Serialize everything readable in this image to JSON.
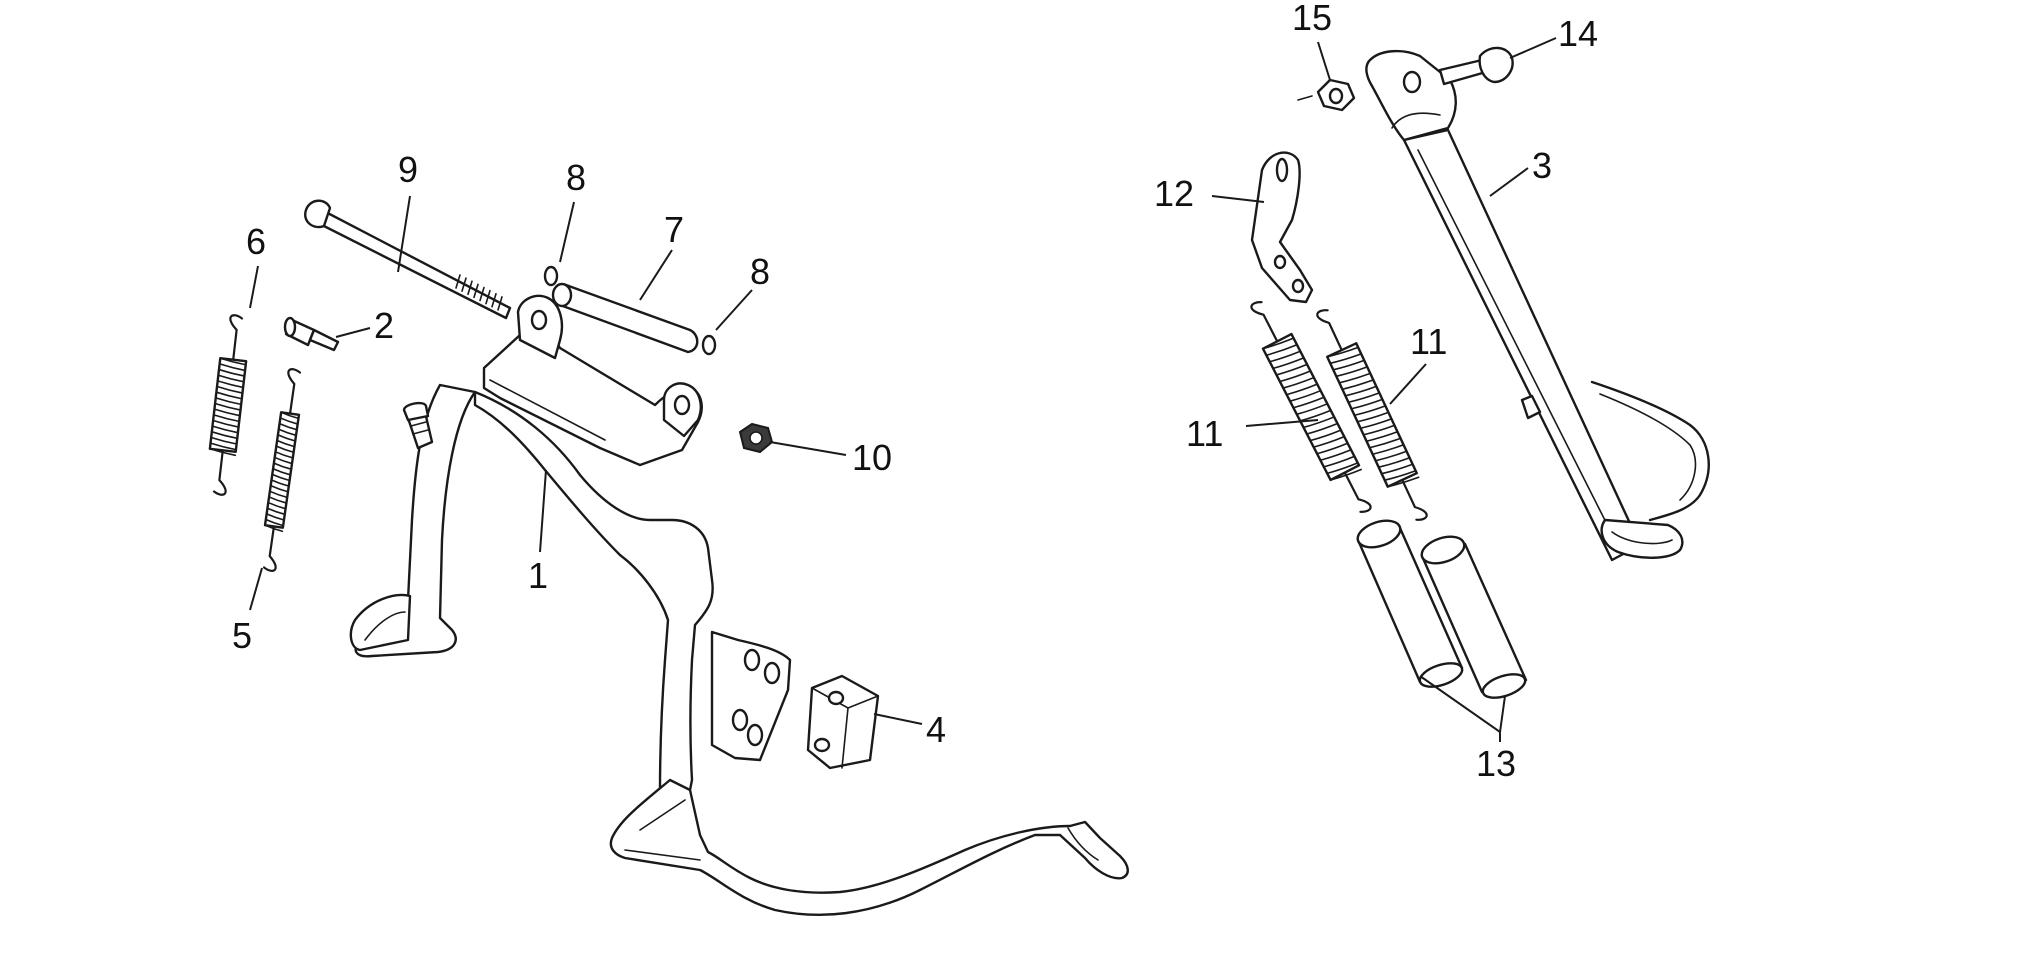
{
  "diagram": {
    "callouts": [
      {
        "id": "c1",
        "label": "1"
      },
      {
        "id": "c2",
        "label": "2"
      },
      {
        "id": "c3",
        "label": "3"
      },
      {
        "id": "c4",
        "label": "4"
      },
      {
        "id": "c5",
        "label": "5"
      },
      {
        "id": "c6",
        "label": "6"
      },
      {
        "id": "c7",
        "label": "7"
      },
      {
        "id": "c8a",
        "label": "8"
      },
      {
        "id": "c8b",
        "label": "8"
      },
      {
        "id": "c9",
        "label": "9"
      },
      {
        "id": "c10",
        "label": "10"
      },
      {
        "id": "c11a",
        "label": "11"
      },
      {
        "id": "c11b",
        "label": "11"
      },
      {
        "id": "c12",
        "label": "12"
      },
      {
        "id": "c13",
        "label": "13"
      },
      {
        "id": "c14",
        "label": "14"
      },
      {
        "id": "c15",
        "label": "15"
      }
    ]
  }
}
